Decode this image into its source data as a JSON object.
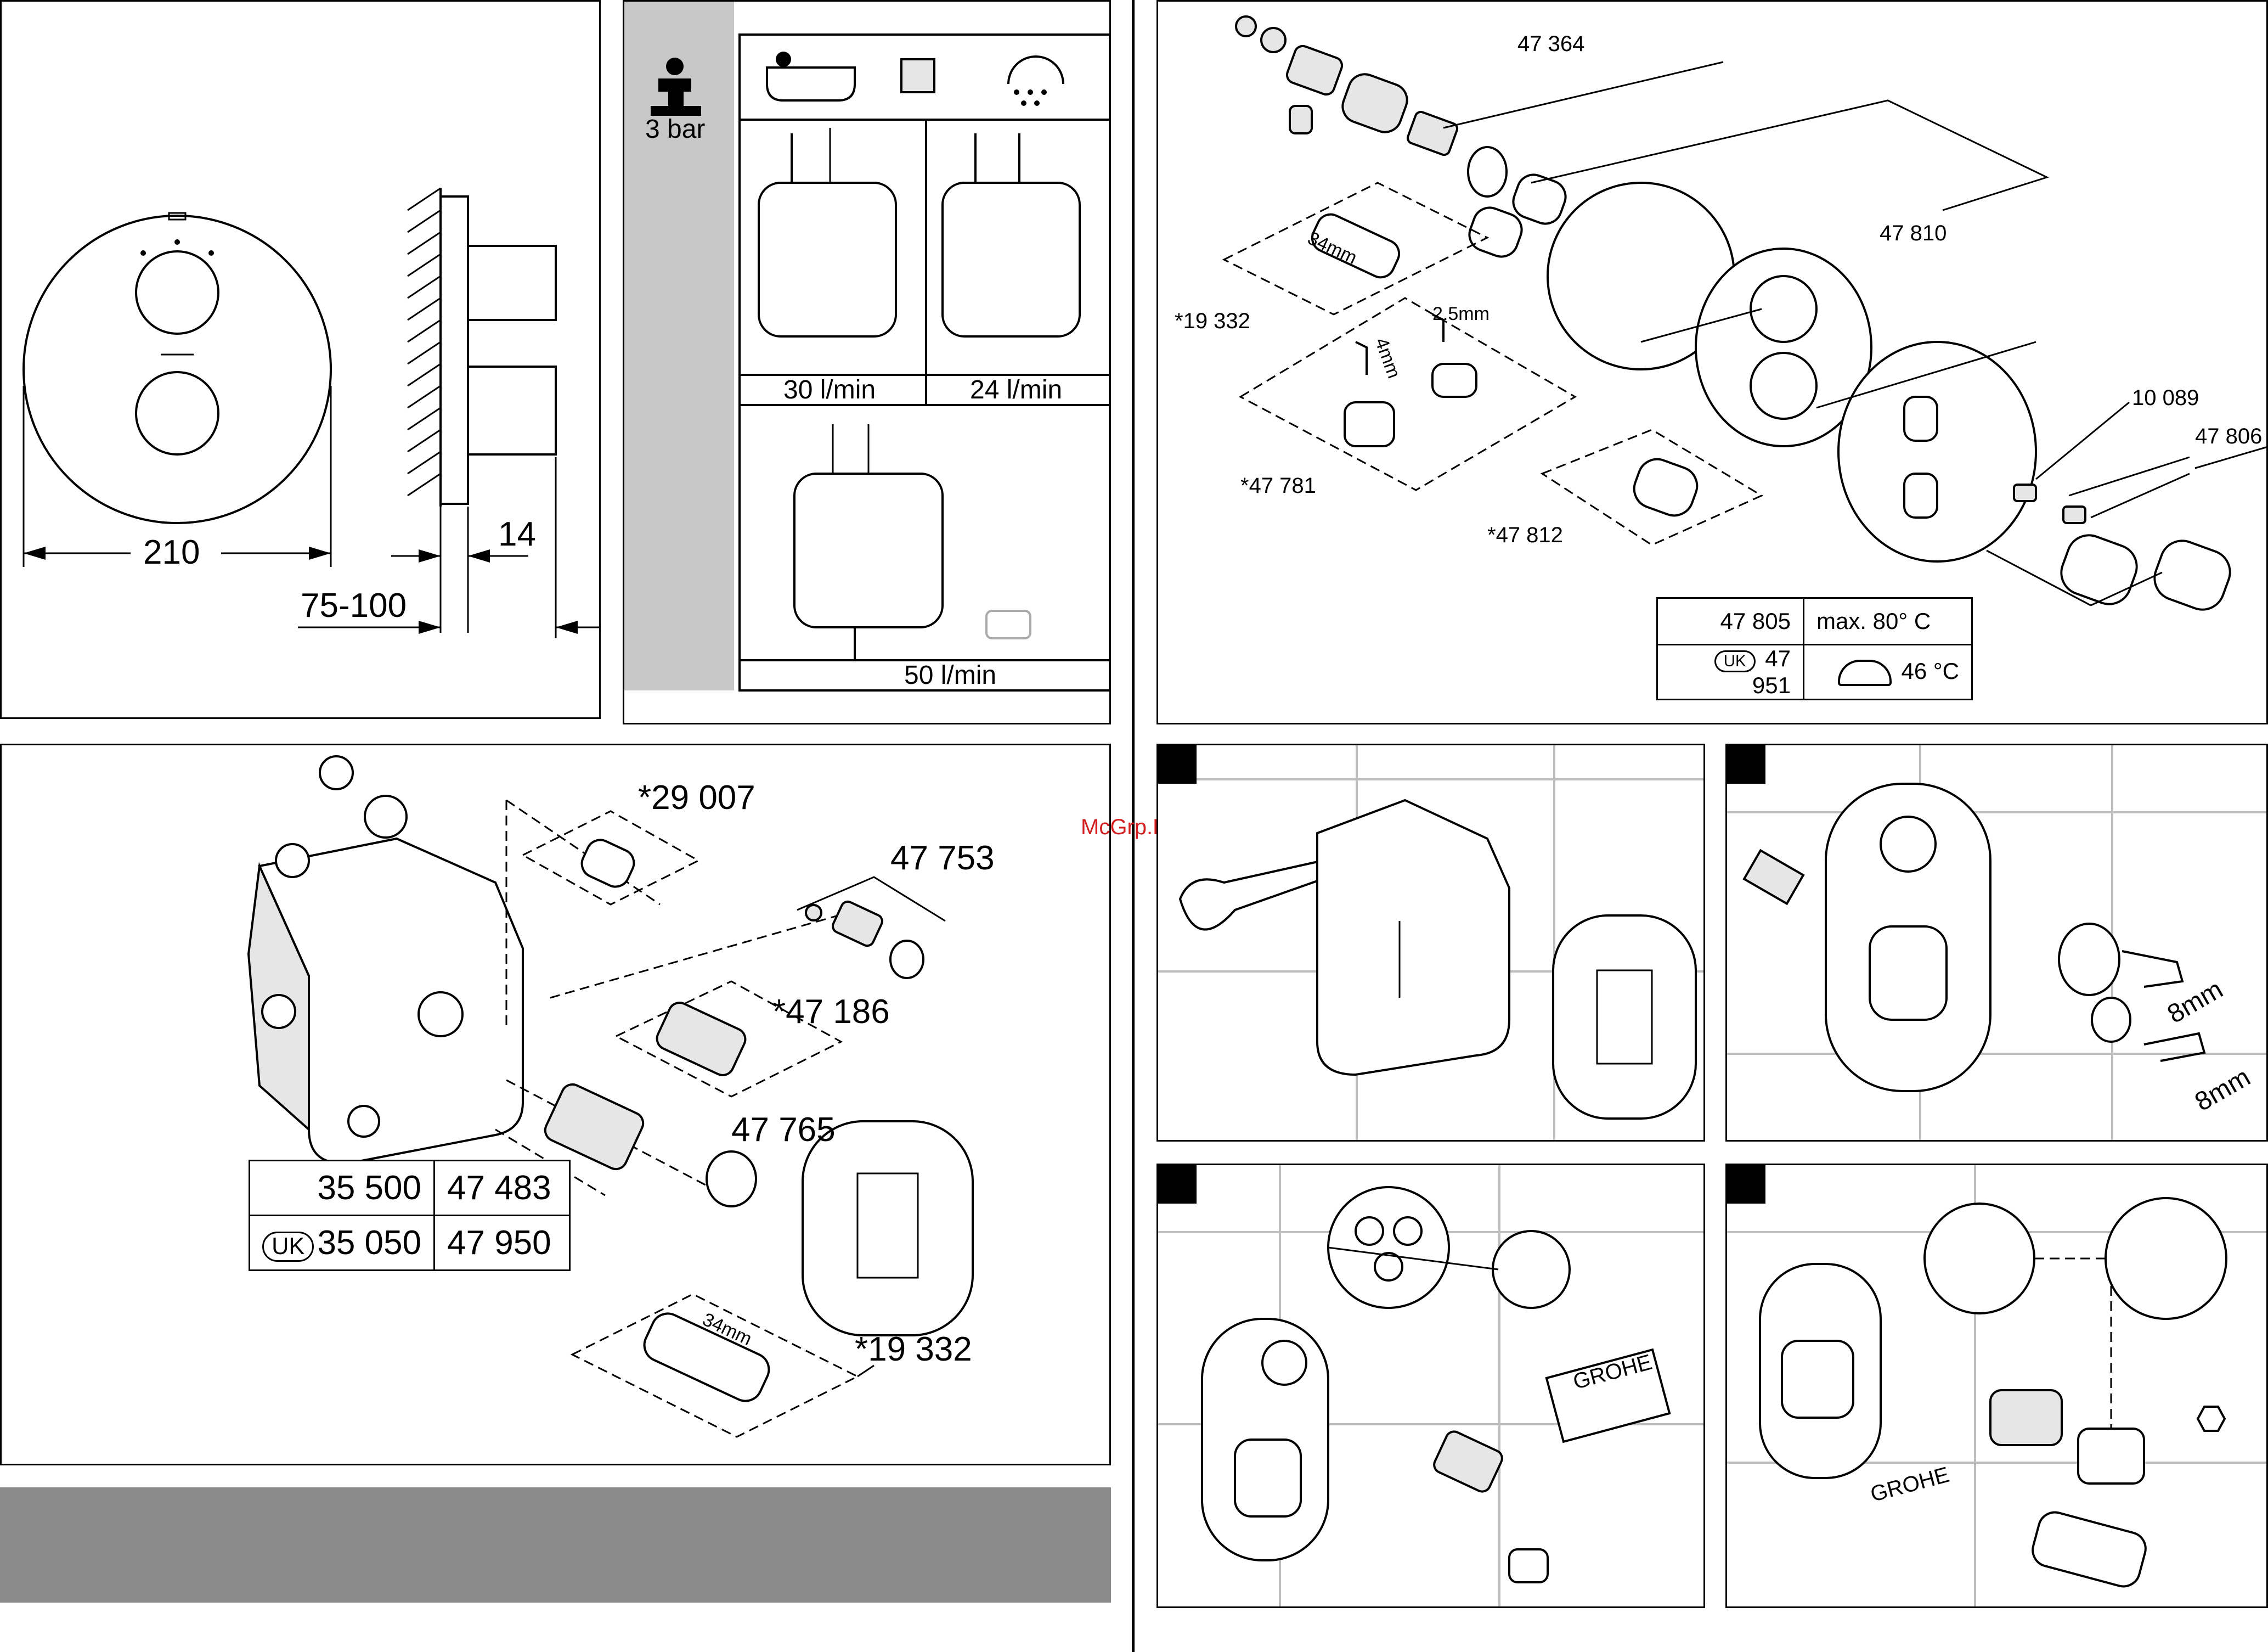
{
  "dimensions": {
    "diameter": "210",
    "depth_range": "75-100",
    "offset": "14"
  },
  "flow": {
    "pressure": "3 bar",
    "rates": [
      "30 l/min",
      "24 l/min",
      "50 l/min"
    ]
  },
  "parts_top_right": {
    "p47364": "47 364",
    "p19332": "*19 332",
    "p47810": "47 810",
    "p47781": "*47 781",
    "p47812": "*47 812",
    "p10089": "10 089",
    "p47806": "47 806",
    "wrench_size": "34mm",
    "hex_4": "4mm",
    "hex_25": "2.5mm"
  },
  "spec_table": {
    "row1_code": "47 805",
    "row1_value": "max. 80° C",
    "row2_badge": "UK",
    "row2_code": "47 951",
    "row2_value": "46 °C"
  },
  "parts_bottom_left": {
    "p29007": "*29 007",
    "p47753": "47 753",
    "p47186": "*47 186",
    "p47765": "47 765",
    "p19332": "*19 332",
    "wrench_size": "34mm"
  },
  "body_table": {
    "r1c1": "35 500",
    "r1c2": "47 483",
    "r2_badge": "UK",
    "r2c1": "35 050",
    "r2c2": "47 950"
  },
  "steps": {
    "hex_a": "8mm",
    "hex_b": "8mm",
    "brand_a": "GROHE",
    "brand_b": "GROHE"
  },
  "watermark": "McGrp.Ru",
  "colors": {
    "gray_band": "#8a8a8a",
    "sidebar_gray": "#c8c8c8",
    "tile_lines": "#bdbdbd",
    "watermark": "#d21e1e"
  }
}
